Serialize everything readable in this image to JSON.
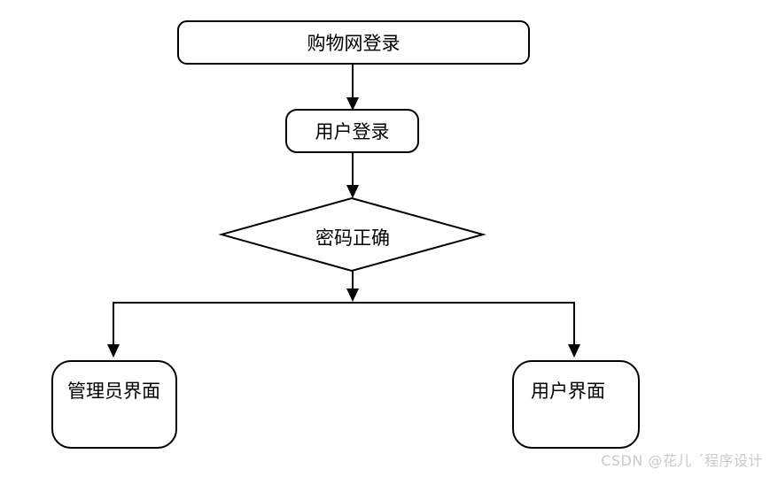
{
  "diagram": {
    "title_node": "购物网登录",
    "nodes": {
      "shopping_login": "购物网登录",
      "user_login": "用户登录",
      "password_correct": "密码正确",
      "admin_interface": "管理员界面",
      "user_interface": "用户界面"
    },
    "flow": [
      {
        "from": "shopping_login",
        "to": "user_login"
      },
      {
        "from": "user_login",
        "to": "password_correct"
      },
      {
        "from": "password_correct",
        "to": "admin_interface"
      },
      {
        "from": "password_correct",
        "to": "user_interface"
      }
    ],
    "colors": {
      "line": "#000000",
      "node_border": "#000000",
      "background": "#ffffff",
      "watermark": "#c9c9c9"
    },
    "watermark": "CSDN @花儿 ´程序设计"
  }
}
